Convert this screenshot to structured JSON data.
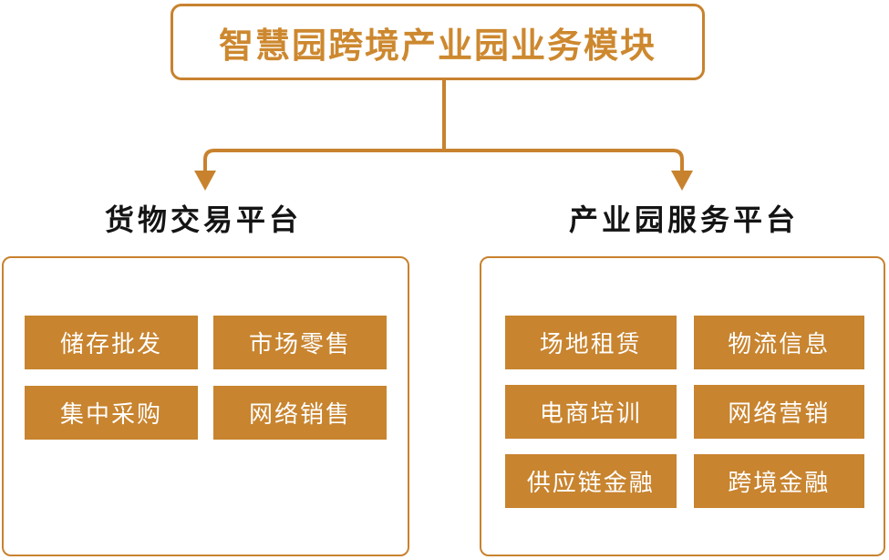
{
  "diagram": {
    "title": "智慧园跨境产业园业务模块",
    "colors": {
      "accent_line": "#c8822e",
      "title_text": "#cd882f",
      "button_fill": "#c8842f",
      "button_text": "#ffffff",
      "label_text": "#141414",
      "background": "#ffffff"
    },
    "branches": [
      {
        "label": "货物交易平台",
        "items": [
          {
            "label": "储存批发"
          },
          {
            "label": "市场零售"
          },
          {
            "label": "集中采购"
          },
          {
            "label": "网络销售"
          }
        ]
      },
      {
        "label": "产业园服务平台",
        "items": [
          {
            "label": "场地租赁"
          },
          {
            "label": "物流信息"
          },
          {
            "label": "电商培训"
          },
          {
            "label": "网络营销"
          },
          {
            "label": "供应链金融"
          },
          {
            "label": "跨境金融"
          }
        ]
      }
    ]
  }
}
